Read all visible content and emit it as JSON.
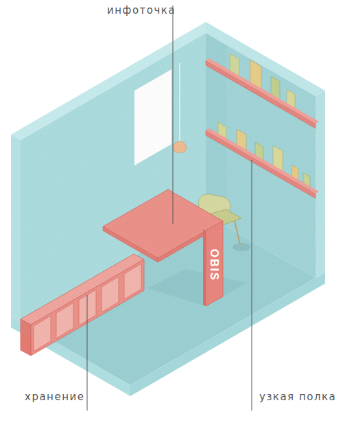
{
  "diagram": {
    "labels": [
      "инфоточка",
      "хранение",
      "узкая полка",
      "OBIS"
    ]
  }
}
